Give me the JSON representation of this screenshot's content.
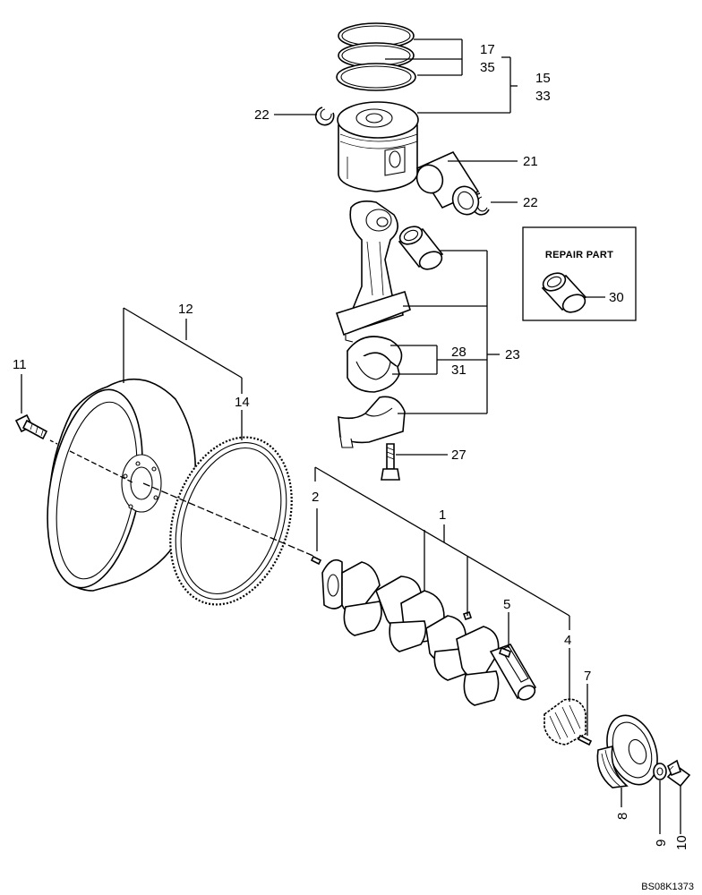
{
  "drawing_code": "BS08K1373",
  "repair_box": {
    "title": "REPAIR PART",
    "part": "30"
  },
  "callouts": {
    "c1": "1",
    "c2": "2",
    "c4": "4",
    "c5": "5",
    "c7": "7",
    "c8": "8",
    "c9": "9",
    "c10": "10",
    "c11": "11",
    "c12": "12",
    "c14": "14",
    "c15": "15",
    "c17": "17",
    "c21": "21",
    "c22a": "22",
    "c22b": "22",
    "c23": "23",
    "c27": "27",
    "c28": "28",
    "c30": "30",
    "c31": "31",
    "c33": "33",
    "c35": "35"
  }
}
